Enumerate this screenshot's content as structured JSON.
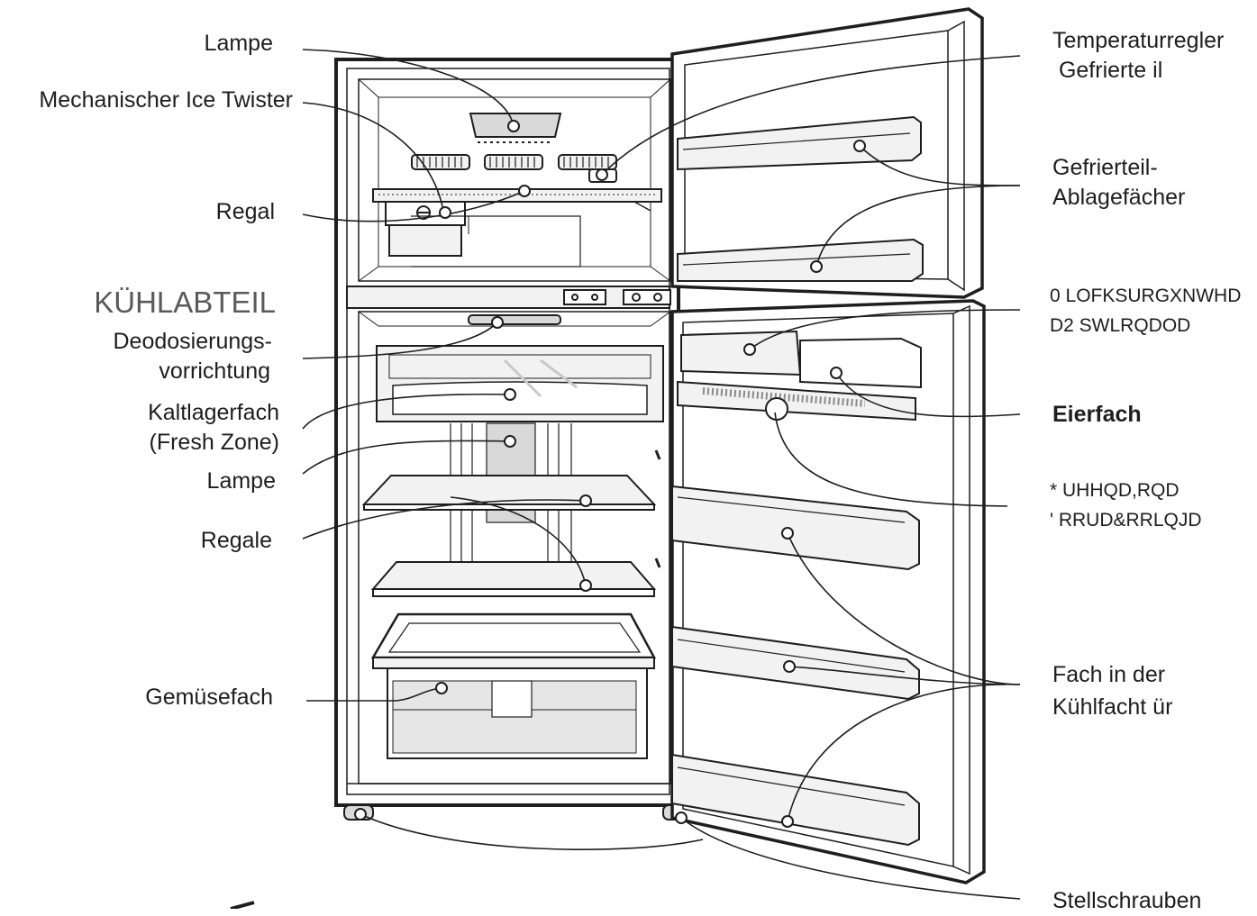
{
  "labels_left": {
    "lampe_top": "Lampe",
    "ice_twister": "Mechanischer Ice Twister",
    "regal": "Regal",
    "kuehlabteil": "KÜHLABTEIL",
    "deodo_1": "Deodosierungs-",
    "deodo_2": "vorrichtung",
    "kaltlager_1": "Kaltlagerfach",
    "kaltlager_2": "(Fresh Zone)",
    "lampe_mid": "Lampe",
    "regale": "Regale",
    "gemuese": "Gemüsefach"
  },
  "labels_right": {
    "temp_1": "Temperaturregler",
    "temp_2": " Gefrierte il",
    "gefrier_1": "Gefrierteil-",
    "gefrier_2": "Ablagefächer",
    "milch_1": "0 LOFKSURGXNWHD",
    "milch_2": "D2 SWLRQDOD",
    "eierfach": "Eierfach",
    "green_1": "* UHHQD,RQD",
    "green_2": "' RRUD&RRLQJD",
    "fach_1": "Fach in der",
    "fach_2": "Kühlfacht ür",
    "stell": "Stellschrauben"
  },
  "colors": {
    "line": "#1e1e1e",
    "fill_light": "#f2f2f2",
    "fill_mid": "#d9d9d9",
    "text_head": "#5a5a5a"
  }
}
